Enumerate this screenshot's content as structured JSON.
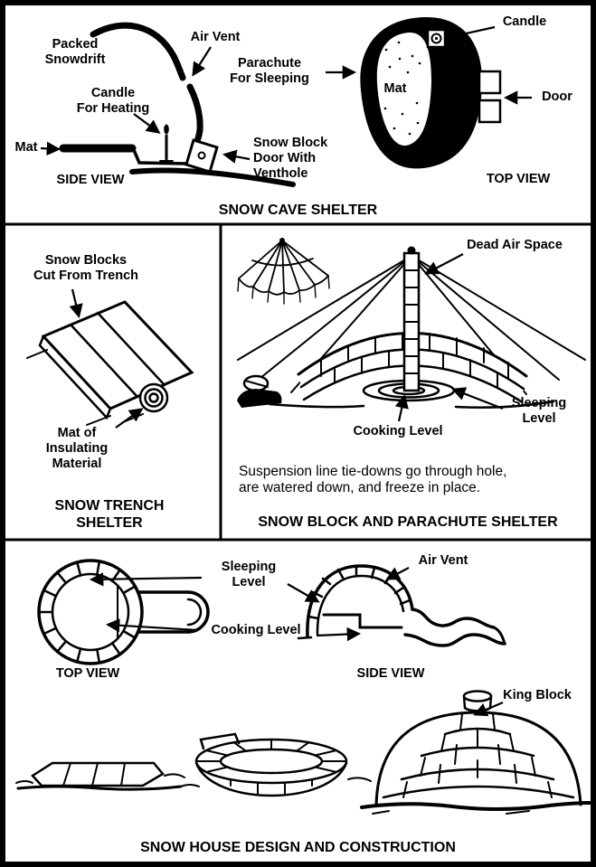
{
  "colors": {
    "ink": "#000000",
    "paper": "#ffffff"
  },
  "panels": {
    "snow_cave": {
      "title": "SNOW CAVE SHELTER",
      "side_view_caption": "SIDE VIEW",
      "top_view_caption": "TOP VIEW",
      "labels": {
        "packed_snowdrift": "Packed\nSnowdrift",
        "air_vent": "Air Vent",
        "candle_for_heating": "Candle\nFor Heating",
        "mat_side": "Mat",
        "snow_block_door": "Snow Block\nDoor With\nVenthole",
        "parachute_for_sleeping": "Parachute\nFor Sleeping",
        "candle": "Candle",
        "mat_top": "Mat",
        "door": "Door"
      }
    },
    "snow_trench": {
      "title": "SNOW TRENCH\nSHELTER",
      "labels": {
        "snow_blocks_cut": "Snow Blocks\nCut From Trench",
        "mat_of_insulating": "Mat of\nInsulating\nMaterial"
      }
    },
    "snow_block_parachute": {
      "title": "SNOW BLOCK AND PARACHUTE SHELTER",
      "caption": "Suspension line tie-downs go through hole,\nare watered down, and freeze in place.",
      "labels": {
        "dead_air_space": "Dead Air Space",
        "sleeping_level": "Sleeping\nLevel",
        "cooking_level": "Cooking Level"
      }
    },
    "snow_house": {
      "title": "SNOW HOUSE DESIGN AND CONSTRUCTION",
      "top_view_caption": "TOP VIEW",
      "side_view_caption": "SIDE VIEW",
      "labels": {
        "sleeping_level": "Sleeping\nLevel",
        "air_vent": "Air Vent",
        "cooking_level": "Cooking Level",
        "king_block": "King Block"
      }
    }
  }
}
